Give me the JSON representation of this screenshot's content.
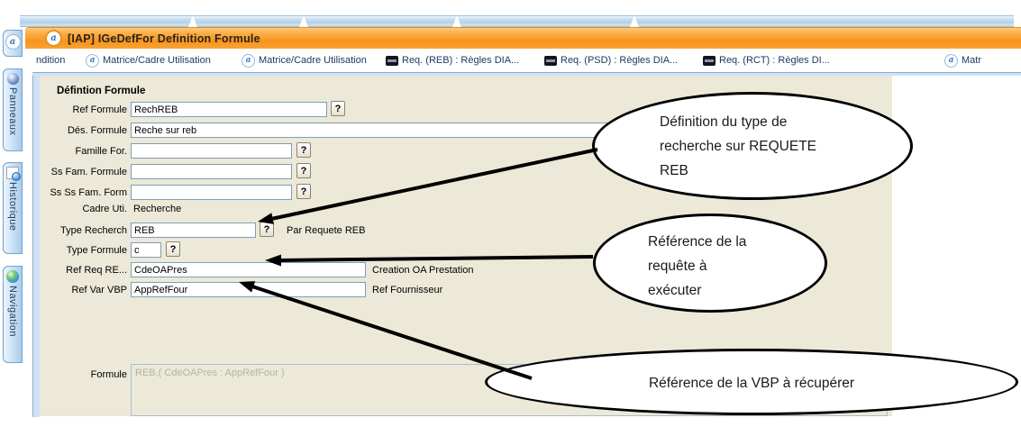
{
  "title_bar": {
    "title": "[IAP] IGeDefFor Definition Formule",
    "logo_icon": "app-logo-icon"
  },
  "tab_bar": {
    "items": [
      {
        "label": "ndition",
        "icon": "none"
      },
      {
        "label": "Matrice/Cadre Utilisation",
        "icon": "a-circle-icon"
      },
      {
        "label": "Matrice/Cadre Utilisation",
        "icon": "a-circle-icon"
      },
      {
        "label": "Req. (REB) : Règles DIA...",
        "icon": "console-icon"
      },
      {
        "label": "Req. (PSD) : Règles DIA...",
        "icon": "console-icon"
      },
      {
        "label": "Req. (RCT) : Règles DI...",
        "icon": "console-icon"
      },
      {
        "label": "Matr",
        "icon": "a-circle-icon"
      }
    ]
  },
  "sidebar": {
    "items": [
      {
        "label": "Panneaux",
        "icon": "panels-icon"
      },
      {
        "label": "Historique",
        "icon": "history-icon"
      },
      {
        "label": "Navigation",
        "icon": "globe-icon"
      }
    ]
  },
  "form": {
    "section_title": "Défintion Formule",
    "help_label": "?",
    "fields": [
      {
        "label": "Ref Formule",
        "value": "RechREB"
      },
      {
        "label": "Dés. Formule",
        "value": "Reche sur reb"
      },
      {
        "label": "Famille For.",
        "value": ""
      },
      {
        "label": "Ss Fam. Formule",
        "value": ""
      },
      {
        "label": "Ss Ss Fam. Form",
        "value": ""
      },
      {
        "label": "Cadre Uti.",
        "value": "Recherche"
      },
      {
        "label": "Type Recherch",
        "value": "REB",
        "suffix": "Par Requete REB"
      },
      {
        "label": "Type Formule",
        "value": "c"
      },
      {
        "label": "Ref Req  RE...",
        "value": "CdeOAPres",
        "suffix": "Creation OA Prestation"
      },
      {
        "label": "Ref Var VBP",
        "value": "AppRefFour",
        "suffix": "Ref Fournisseur"
      },
      {
        "label": "Formule",
        "value": "REB.( CdeOAPres : AppRefFour )"
      }
    ]
  },
  "callouts": [
    {
      "lines": [
        "Définition du type de",
        "recherche sur REQUETE",
        "REB"
      ]
    },
    {
      "lines": [
        "Référence de la",
        "requête à",
        "exécuter"
      ]
    },
    {
      "lines": [
        "Référence de la VBP à récupérer"
      ]
    }
  ],
  "colors": {
    "titlebar_orange": "#f7941e",
    "panel_beige": "#ece9d8",
    "tab_text": "#17375e",
    "input_border": "#7f9db9",
    "callout_border": "#000000",
    "strip_blue": "#bdd7ee"
  }
}
